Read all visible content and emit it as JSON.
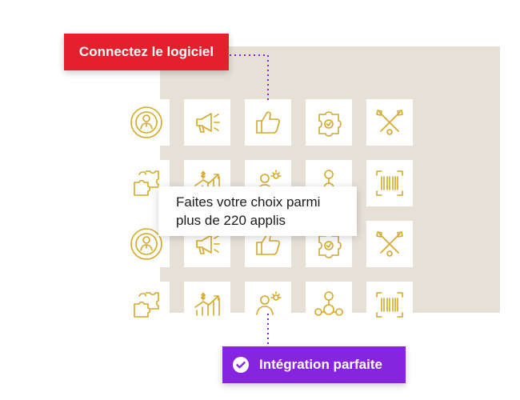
{
  "labels": {
    "connect": "Connectez le logiciel",
    "callout_line1": "Faites votre choix parmi",
    "callout_line2": "plus de 220 applis",
    "integration": "Intégration parfaite"
  },
  "colors": {
    "red_badge": "#e3202b",
    "purple_badge": "#8624e0",
    "icon_gold": "#d4a826",
    "panel_beige": "#e6e0d6"
  },
  "grid": {
    "rows": [
      [
        "target-person-icon",
        "megaphone-icon",
        "thumbs-up-icon",
        "puzzle-check-icon",
        "crossed-tools-icon"
      ],
      [
        "puzzle-pieces-icon",
        "growth-chart-icon",
        "person-idea-icon",
        "org-chart-icon",
        "barcode-icon"
      ],
      [
        "target-person-icon",
        "megaphone-icon",
        "thumbs-up-icon",
        "puzzle-check-icon",
        "crossed-tools-icon"
      ],
      [
        "puzzle-pieces-icon",
        "growth-chart-icon",
        "person-idea-icon",
        "org-chart-icon",
        "barcode-icon"
      ]
    ]
  }
}
